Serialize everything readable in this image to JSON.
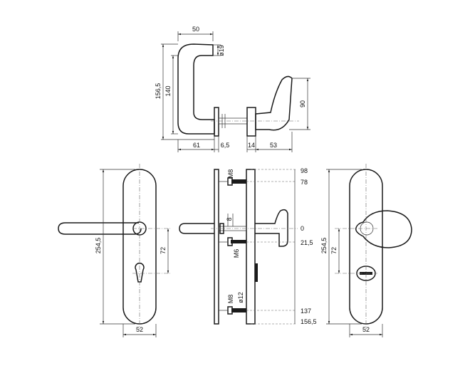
{
  "line_color": "#1a1a1a",
  "top_view": {
    "dims": {
      "width_50": "50",
      "dia_19": "ø19",
      "height_156_5": "156,5",
      "height_140": "140",
      "height_90": "90",
      "len_61": "61",
      "len_6_5": "6,5",
      "len_14": "14",
      "len_53": "53"
    }
  },
  "front_view": {
    "dims": {
      "height_254_5": "254,5",
      "spacing_72": "72",
      "width_52": "52"
    }
  },
  "side_view": {
    "labels": {
      "thread_m8_top": "M8",
      "spindle_8": "8",
      "thread_m6": "M6",
      "thread_m8_bottom": "M8",
      "dia_12": "ø12"
    },
    "levels": {
      "l98": "98",
      "l78": "78",
      "l0": "0",
      "l21_5": "21,5",
      "l137": "137",
      "l156_5": "156,5"
    }
  },
  "back_view": {
    "dims": {
      "height_254_5": "254,5",
      "spacing_72": "72",
      "width_52": "52"
    }
  }
}
